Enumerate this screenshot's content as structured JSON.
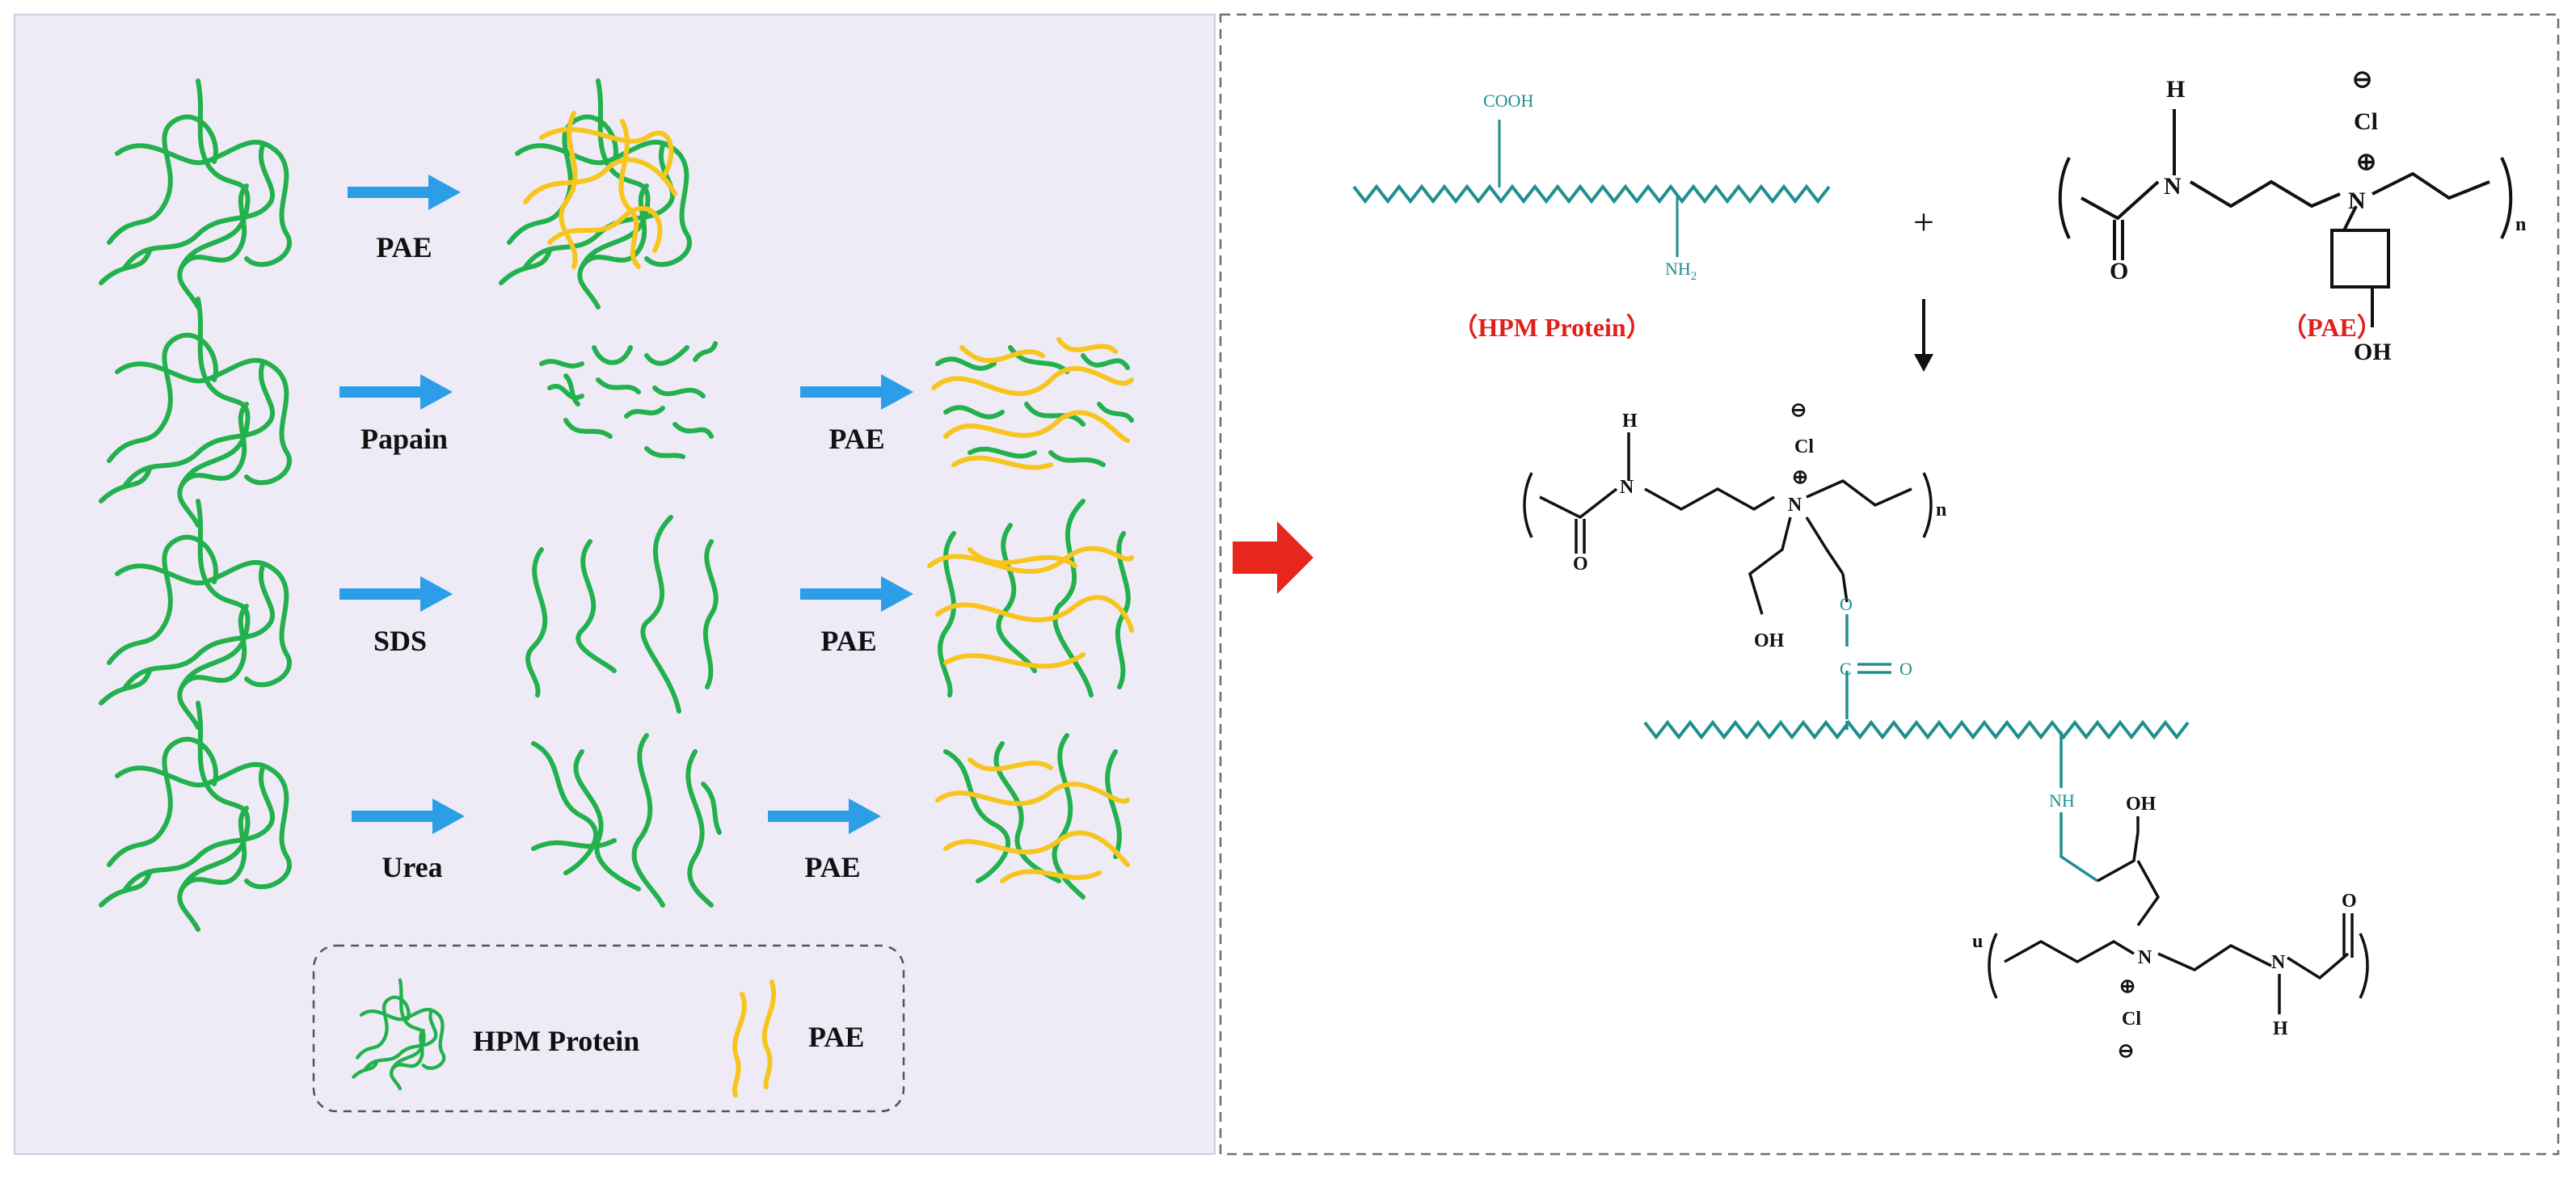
{
  "colors": {
    "protein": "#22b14c",
    "pae": "#f7c51e",
    "arrow": "#2c9ee8",
    "teal": "#1f8f8f",
    "red_label": "#e0201b",
    "red_arrow": "#e8261c",
    "left_bg": "#eeebf7"
  },
  "rows": [
    {
      "step1": "PAE",
      "step2": ""
    },
    {
      "step1": "Papain",
      "step2": "PAE"
    },
    {
      "step1": "SDS",
      "step2": "PAE"
    },
    {
      "step1": "Urea",
      "step2": "PAE"
    }
  ],
  "legend": {
    "protein": "HPM Protein",
    "pae": "PAE"
  },
  "reaction": {
    "cooh": "COOH",
    "nh2_base": "NH",
    "nh2_sub": "2",
    "plus": "+",
    "hpm_label": "（HPM Protein）",
    "pae_label": "（PAE）",
    "h": "H",
    "n": "N",
    "o": "O",
    "oh": "OH",
    "cl": "Cl",
    "minus": "⊖",
    "plus_charge": "⊕",
    "sub_n": "n",
    "sub_u": "u",
    "nh": "NH",
    "c": "C"
  },
  "icons": [
    "right-arrow-icon",
    "down-arrow-icon",
    "red-arrow-icon"
  ]
}
